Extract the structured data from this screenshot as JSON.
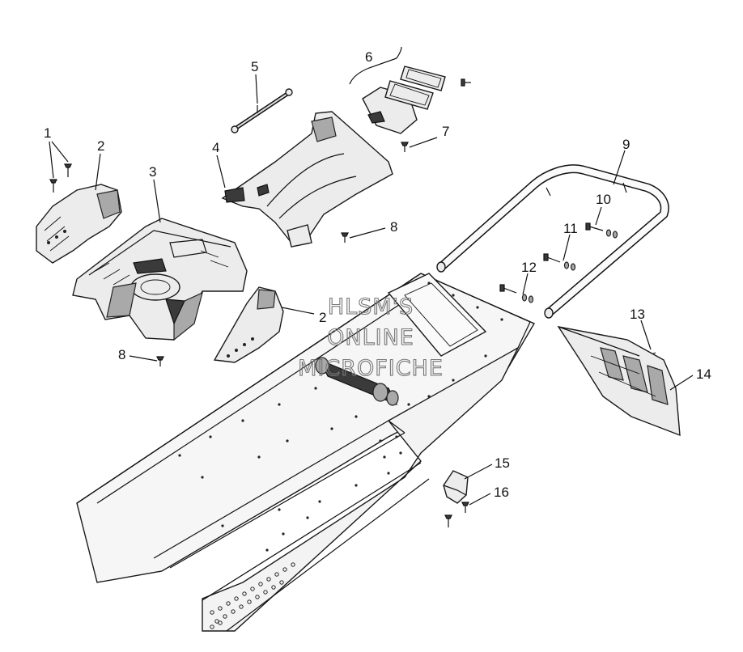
{
  "callouts": {
    "c1": "1",
    "c2a": "2",
    "c2b": "2",
    "c3": "3",
    "c4": "4",
    "c5": "5",
    "c6": "6",
    "c7": "7",
    "c8a": "8",
    "c8b": "8",
    "c9": "9",
    "c10": "10",
    "c11": "11",
    "c12": "12",
    "c13": "13",
    "c14": "14",
    "c15": "15",
    "c16": "16"
  },
  "watermark": {
    "line1": "HLSM'S",
    "line2": "ONLINE",
    "line3": "MICROFICHE"
  },
  "colors": {
    "ink": "#111111",
    "shade": "#ececec",
    "dark": "#3a3a3a"
  }
}
